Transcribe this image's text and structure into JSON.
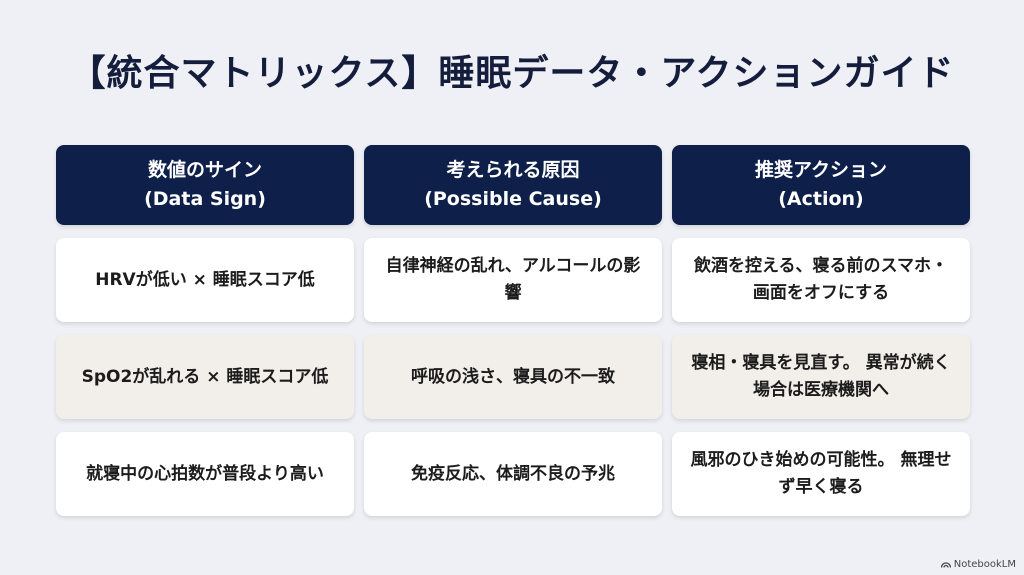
{
  "title": "【統合マトリックス】睡眠データ・アクションガイド",
  "colors": {
    "background": "#eff0f5",
    "header_bg": "#0e1f4a",
    "header_text": "#ffffff",
    "row_white": "#ffffff",
    "row_beige": "#f2efea",
    "body_text": "#1c1c1c"
  },
  "table": {
    "headers": [
      {
        "ja": "数値のサイン",
        "en": "(Data Sign)"
      },
      {
        "ja": "考えられる原因",
        "en": "(Possible Cause)"
      },
      {
        "ja": "推奨アクション",
        "en": "(Action)"
      }
    ],
    "rows": [
      {
        "sign": "HRVが低い × 睡眠スコア低",
        "cause": "自律神経の乱れ、アルコールの影響",
        "action": "飲酒を控える、寝る前のスマホ・画面をオフにする"
      },
      {
        "sign": "SpO2が乱れる × 睡眠スコア低",
        "cause": "呼吸の浅さ、寝具の不一致",
        "action": "寝相・寝具を見直す。 異常が続く場合は医療機関へ"
      },
      {
        "sign": "就寝中の心拍数が普段より高い",
        "cause": "免疫反応、体調不良の予兆",
        "action": "風邪のひき始めの可能性。 無理せず早く寝る"
      }
    ]
  },
  "watermark": {
    "icon": "notebooklm-logo-icon",
    "label": "NotebookLM"
  }
}
